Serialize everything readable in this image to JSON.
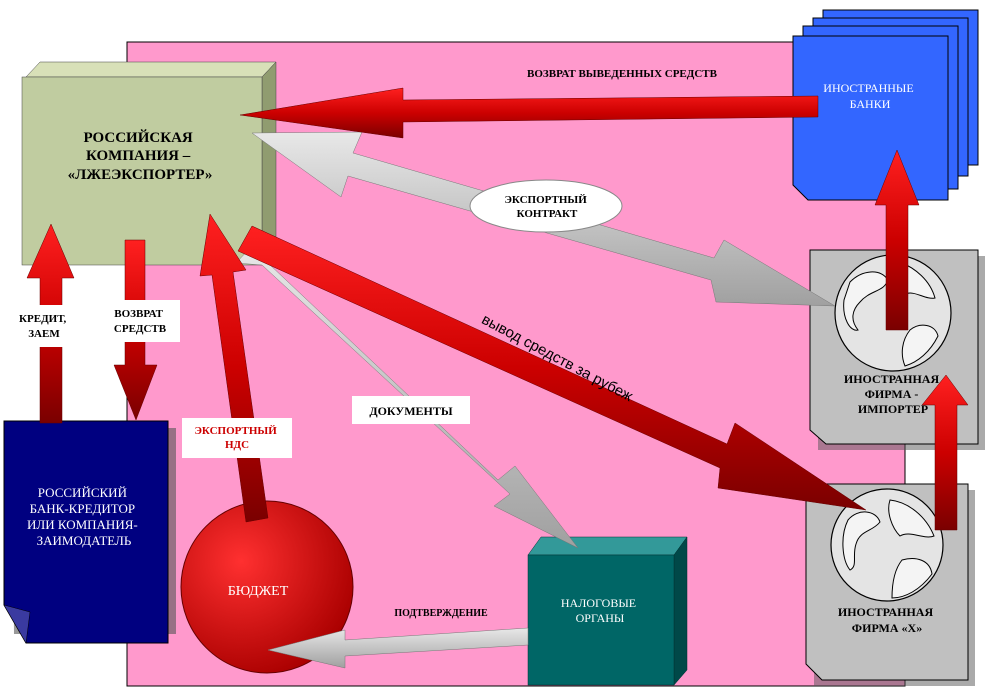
{
  "colors": {
    "background": "#ff99cc",
    "russian_company": "#c0cca0",
    "foreign_banks": "#3366ff",
    "creditor_bank": "#000080",
    "budget": "#cc0000",
    "tax_authorities": "#006666",
    "foreign_firm": "#c0c0c0",
    "red_arrow": "#cc0000",
    "gray_arrow": "#c8c8c8"
  },
  "nodes": {
    "russian_company": {
      "line1": "РОССИЙСКАЯ",
      "line2": "КОМПАНИЯ –",
      "line3": "«ЛЖЕЭКСПОРТЕР»"
    },
    "foreign_banks": {
      "line1": "ИНОСТРАННЫЕ",
      "line2": "БАНКИ"
    },
    "creditor_bank": {
      "line1": "РОССИЙСКИЙ",
      "line2": "БАНК-КРЕДИТОР",
      "line3": "ИЛИ  КОМПАНИЯ-",
      "line4": "ЗАИМОДАТЕЛЬ"
    },
    "budget": {
      "label": "БЮДЖЕТ"
    },
    "tax_authorities": {
      "line1": "НАЛОГОВЫЕ",
      "line2": "ОРГАНЫ"
    },
    "foreign_importer": {
      "line1": "ИНОСТРАННАЯ",
      "line2": "ФИРМА -",
      "line3": "ИМПОРТЕР"
    },
    "foreign_firm_x": {
      "line1": "ИНОСТРАННАЯ",
      "line2": "ФИРМА «Х»"
    }
  },
  "edges": {
    "return_withdrawn": "ВОЗВРАТ  ВЫВЕДЕННЫХ СРЕДСТВ",
    "export_contract": {
      "line1": "ЭКСПОРТНЫЙ",
      "line2": "КОНТРАКТ"
    },
    "funds_abroad": "вывод средств за рубеж",
    "credit": {
      "line1": "КРЕДИТ,",
      "line2": "ЗАЕМ"
    },
    "return_funds": {
      "line1": "ВОЗВРАТ",
      "line2": "СРЕДСТВ"
    },
    "export_vat": {
      "line1": "ЭКСПОРТНЫЙ",
      "line2": "НДС"
    },
    "documents": "ДОКУМЕНТЫ",
    "confirmation": "ПОДТВЕРЖДЕНИЕ"
  }
}
